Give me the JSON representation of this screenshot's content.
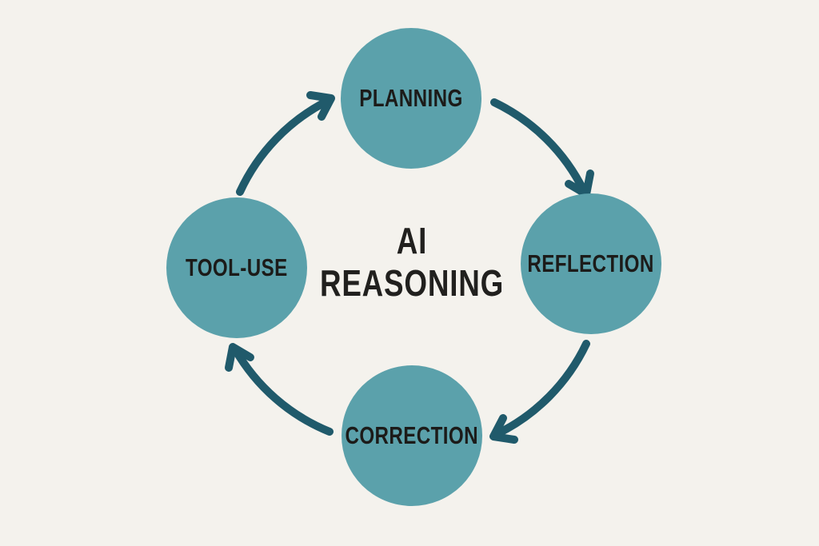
{
  "title": {
    "line1": "AI",
    "line2": "REASONING"
  },
  "nodes": [
    {
      "id": "planning",
      "label": "PLANNING"
    },
    {
      "id": "reflection",
      "label": "REFLECTION"
    },
    {
      "id": "correction",
      "label": "CORRECTION"
    },
    {
      "id": "tool-use",
      "label": "TOOL-USE"
    }
  ],
  "arrows": [
    {
      "from": "tool-use",
      "to": "planning"
    },
    {
      "from": "planning",
      "to": "reflection"
    },
    {
      "from": "reflection",
      "to": "correction"
    },
    {
      "from": "correction",
      "to": "tool-use"
    }
  ],
  "colors": {
    "background": "#f4f2ed",
    "node-fill": "#5ba1ab",
    "arrow": "#205a6b",
    "node-text": "#1c1b19",
    "title-text": "#21201e"
  }
}
